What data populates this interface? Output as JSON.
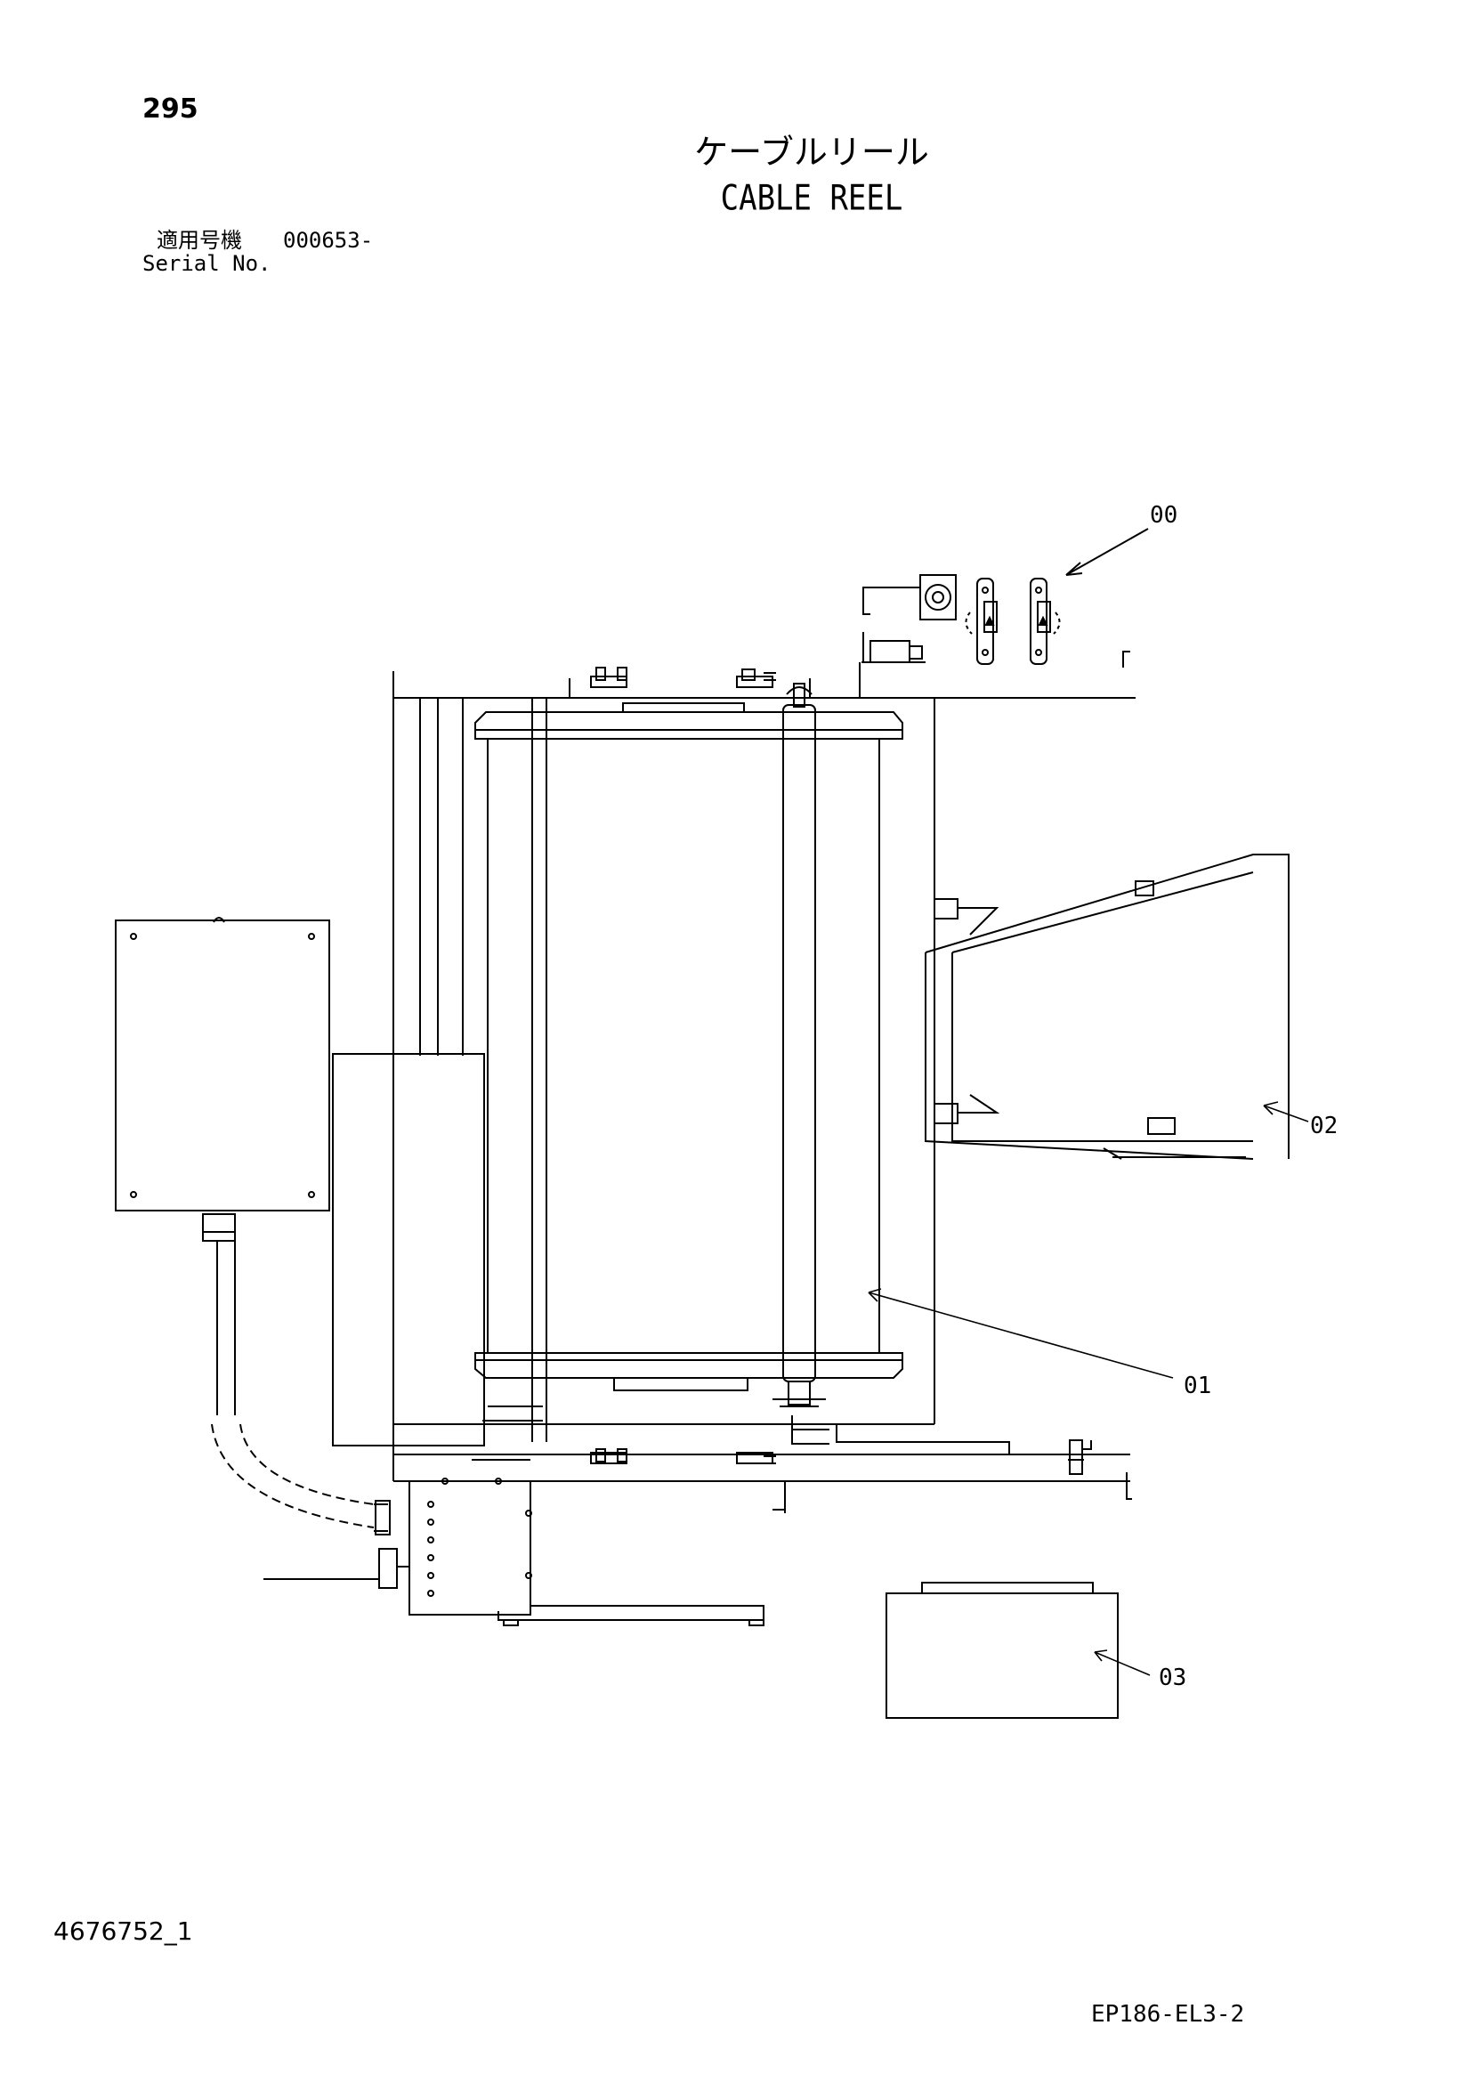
{
  "page": {
    "number": "295"
  },
  "title": {
    "ja": "ケーブルリール",
    "en": "CABLE REEL"
  },
  "serial": {
    "label_ja": "適用号機",
    "value": "000653-",
    "label_en": "Serial No."
  },
  "callouts": {
    "assembly": "00",
    "reel": "01",
    "guide": "02",
    "box": "03"
  },
  "footer": {
    "doc_number": "4676752_1",
    "drawing_code": "EP186-EL3-2"
  }
}
